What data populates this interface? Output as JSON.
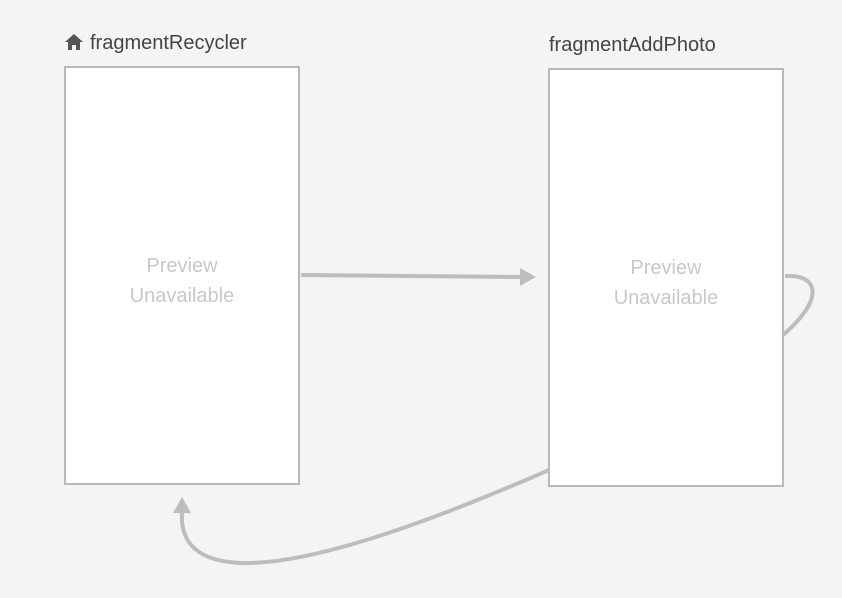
{
  "destinations": [
    {
      "id": "fragmentRecycler",
      "label": "fragmentRecycler",
      "is_start_destination": true,
      "start_icon": "home-icon",
      "preview_line1": "Preview",
      "preview_line2": "Unavailable"
    },
    {
      "id": "fragmentAddPhoto",
      "label": "fragmentAddPhoto",
      "is_start_destination": false,
      "preview_line1": "Preview",
      "preview_line2": "Unavailable"
    }
  ],
  "actions": [
    {
      "from": "fragmentRecycler",
      "to": "fragmentAddPhoto"
    },
    {
      "from": "fragmentAddPhoto",
      "to": "fragmentAddPhoto"
    },
    {
      "from": "fragmentAddPhoto",
      "to": "fragmentRecycler"
    }
  ],
  "colors": {
    "background": "#f4f4f4",
    "frame_border": "#b8b8b8",
    "frame_fill": "#ffffff",
    "action_arrow": "#bdbdbd",
    "preview_text": "#c8c8c8",
    "label_text": "#444444"
  }
}
